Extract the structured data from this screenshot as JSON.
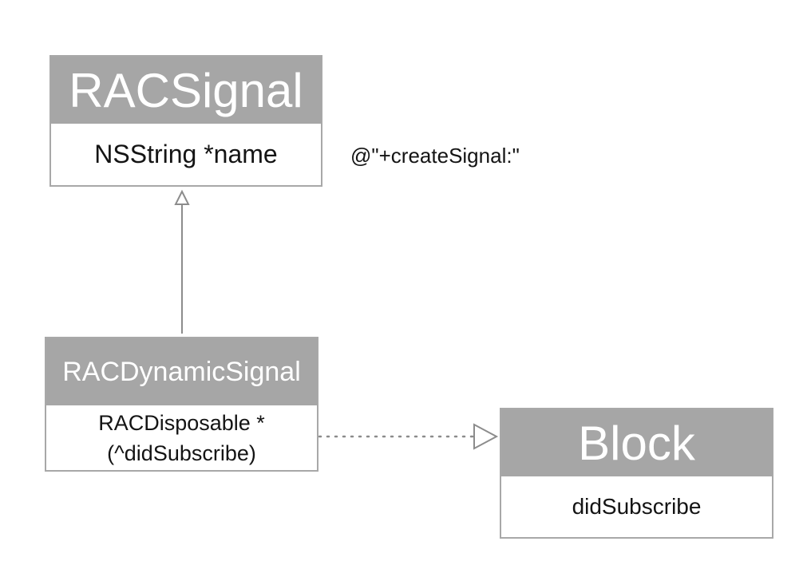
{
  "classes": {
    "rac_signal": {
      "name": "RACSignal",
      "attribute": "NSString *name"
    },
    "rac_dynamic_signal": {
      "name": "RACDynamicSignal",
      "attribute_line1": "RACDisposable *",
      "attribute_line2": "(^didSubscribe)"
    },
    "block": {
      "name": "Block",
      "attribute": "didSubscribe"
    }
  },
  "annotations": {
    "create_signal": "@\"+createSignal:\""
  },
  "colors": {
    "header_fill": "#a6a6a6",
    "border": "#a8a8a8",
    "connector": "#8c8c8c",
    "text": "#141414"
  }
}
